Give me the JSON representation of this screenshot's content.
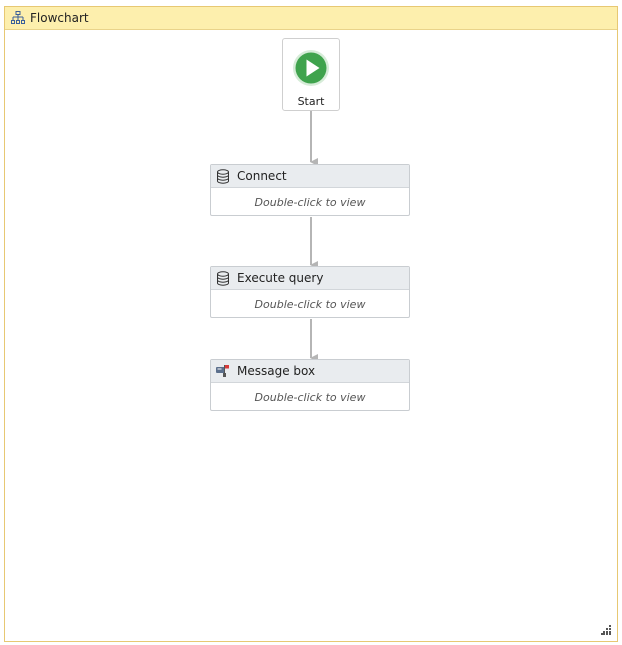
{
  "window": {
    "title": "Flowchart"
  },
  "start": {
    "label": "Start"
  },
  "activities": [
    {
      "title": "Connect",
      "hint": "Double-click to view",
      "icon": "database-icon"
    },
    {
      "title": "Execute query",
      "hint": "Double-click to view",
      "icon": "database-icon"
    },
    {
      "title": "Message box",
      "hint": "Double-click to view",
      "icon": "message-box-icon"
    }
  ],
  "colors": {
    "titlebar_bg": "#fdefad",
    "frame_border": "#e7c873",
    "start_green": "#3fa34d",
    "connector": "#b5b5b5"
  }
}
